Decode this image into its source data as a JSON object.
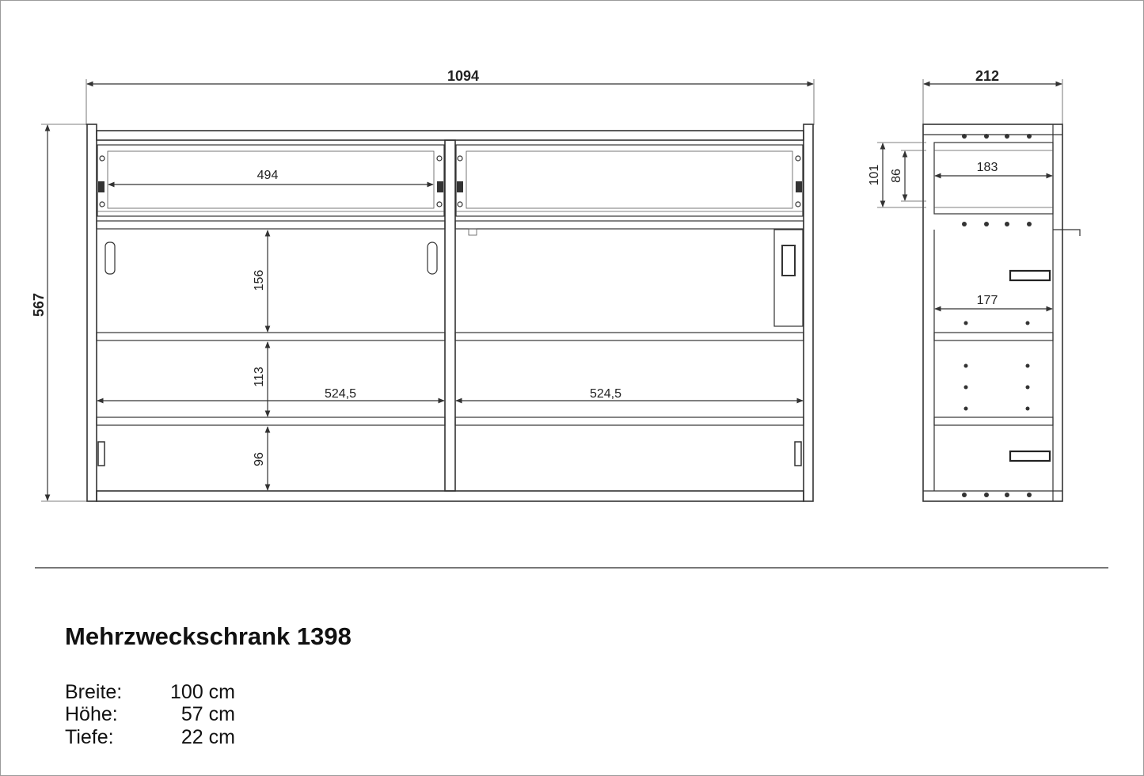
{
  "dimensions": {
    "width_total": "1094",
    "height_total": "567",
    "depth_total": "212",
    "drawer_inner_width": "494",
    "upper_compartment_height": "156",
    "middle_compartment_height": "113",
    "lower_compartment_height": "96",
    "shelf_width_left": "524,5",
    "shelf_width_right": "524,5",
    "side_drawer_height_outer": "101",
    "side_drawer_height_inner": "86",
    "side_drawer_depth": "183",
    "side_shelf_depth": "177"
  },
  "product": {
    "title": "Mehrzweckschrank 1398"
  },
  "specs": [
    {
      "label": "Breite:",
      "value": "100 cm"
    },
    {
      "label": "Höhe:",
      "value": "57 cm"
    },
    {
      "label": "Tiefe:",
      "value": "22 cm"
    }
  ],
  "colors": {
    "line": "#333333",
    "text": "#111111",
    "divider": "#777777"
  }
}
